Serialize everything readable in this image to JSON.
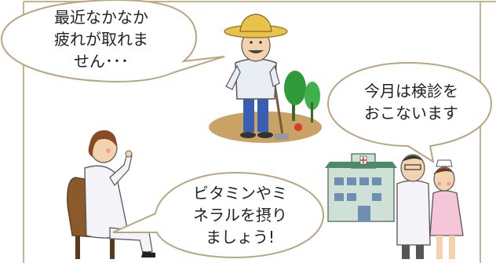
{
  "bubbles": {
    "farmer": {
      "lines": [
        "最近なかなか",
        "疲れが取れま",
        "せん･･･"
      ]
    },
    "hospital": {
      "lines": [
        "今月は検診を",
        "おこないます"
      ]
    },
    "doctor": {
      "lines": [
        "ビタミンやミ",
        "ネラルを摂り",
        "ましょう!"
      ]
    }
  },
  "illustrations": [
    {
      "name": "farmer",
      "description_icon": "farmer-with-hoe-icon"
    },
    {
      "name": "hospital",
      "description_icon": "hospital-building-icon"
    },
    {
      "name": "doctor-seated",
      "description_icon": "seated-doctor-icon"
    },
    {
      "name": "doctor-and-nurse",
      "description_icon": "doctor-nurse-icon"
    }
  ],
  "colors": {
    "frame": "#c8b48c",
    "bubble_fill": "#ffffff",
    "bubble_stroke": "#b9a581",
    "soil": "#c9a266",
    "farmer_pants": "#3a5fb0",
    "farmer_shirt": "#e9eef5",
    "hat": "#e8c24a",
    "tree": "#2f9a3a",
    "hospital_wall": "#cfe1d6",
    "hospital_roof": "#4c8a6a",
    "chair": "#8a5a2b",
    "nurse_dress": "#f5c6d8"
  }
}
